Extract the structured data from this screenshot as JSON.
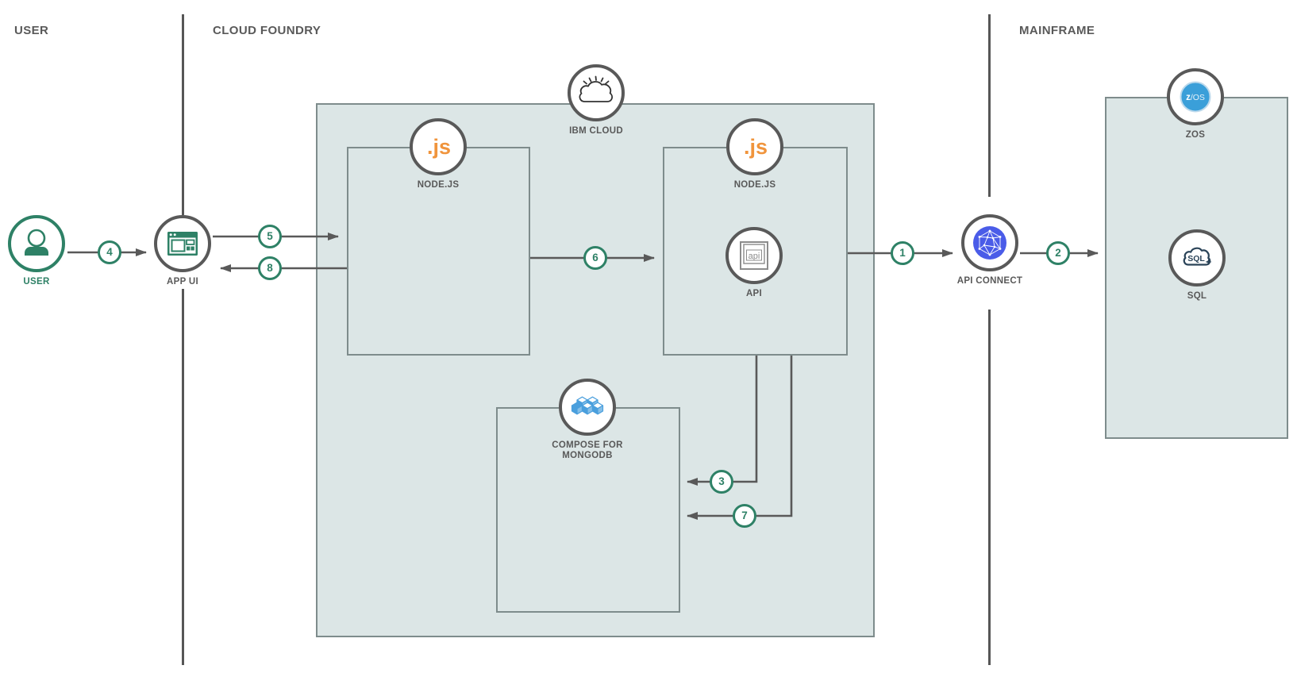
{
  "sections": {
    "user": "USER",
    "cloud_foundry": "CLOUD FOUNDRY",
    "mainframe": "MAINFRAME"
  },
  "nodes": {
    "user": {
      "label": "USER"
    },
    "app_ui": {
      "label": "APP UI"
    },
    "ibm_cloud": {
      "label": "IBM CLOUD"
    },
    "node_js_frontend": {
      "label": "NODE.JS",
      "icon_text": ".js"
    },
    "node_js_backend": {
      "label": "NODE.JS",
      "icon_text": ".js"
    },
    "api": {
      "label": "API",
      "icon_text": "api"
    },
    "compose_for_mongodb": {
      "label_line1": "COMPOSE FOR",
      "label_line2": "MONGODB"
    },
    "api_connect": {
      "label": "API CONNECT"
    },
    "zos": {
      "label": "ZOS",
      "icon_text_z": "z",
      "icon_text_os": "/OS"
    },
    "sql": {
      "label": "SQL",
      "icon_text": "SQL"
    }
  },
  "steps": {
    "s1": "1",
    "s2": "2",
    "s3": "3",
    "s4": "4",
    "s5": "5",
    "s6": "6",
    "s7": "7",
    "s8": "8"
  },
  "colors": {
    "line_gray": "#595959",
    "box_border_gray": "#7E8C8C",
    "box_fill": "#DCE6E6",
    "accent_green": "#2E8166",
    "nodejs_orange": "#F0943C",
    "api_connect_blue": "#4A5CE8",
    "zos_blue": "#3A9FD9",
    "compose_blue": "#4A9FDD",
    "sql_navy": "#2A4358"
  }
}
